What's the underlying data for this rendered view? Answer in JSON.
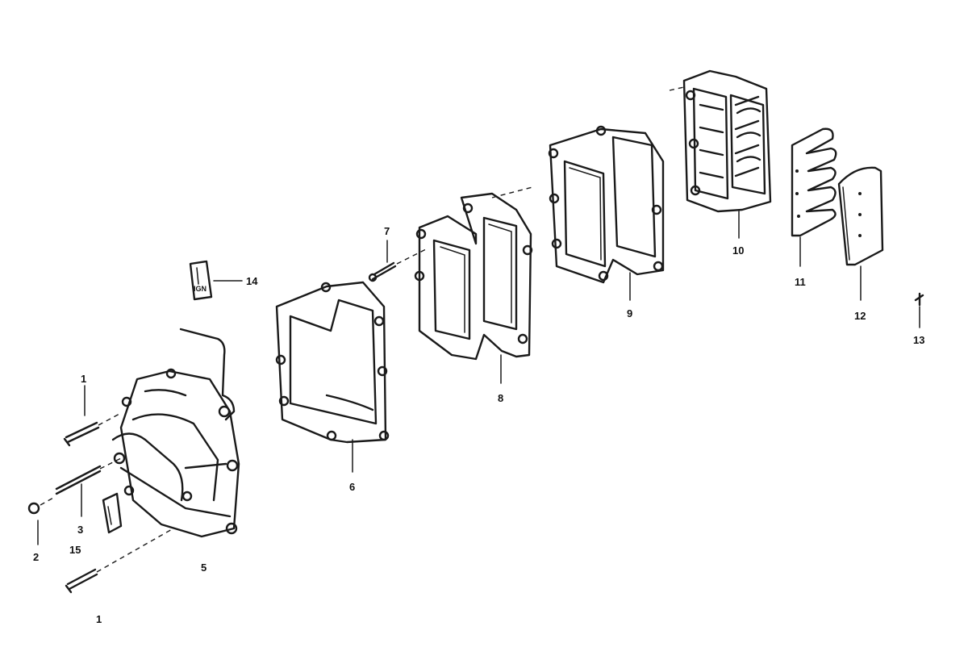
{
  "callouts": {
    "c1a": "1",
    "c1b": "1",
    "c2": "2",
    "c3": "3",
    "c5": "5",
    "c6": "6",
    "c7": "7",
    "c8": "8",
    "c9": "9",
    "c10": "10",
    "c11": "11",
    "c12": "12",
    "c13": "13",
    "c14": "14",
    "c15": "15"
  },
  "decal_text": "IGN"
}
